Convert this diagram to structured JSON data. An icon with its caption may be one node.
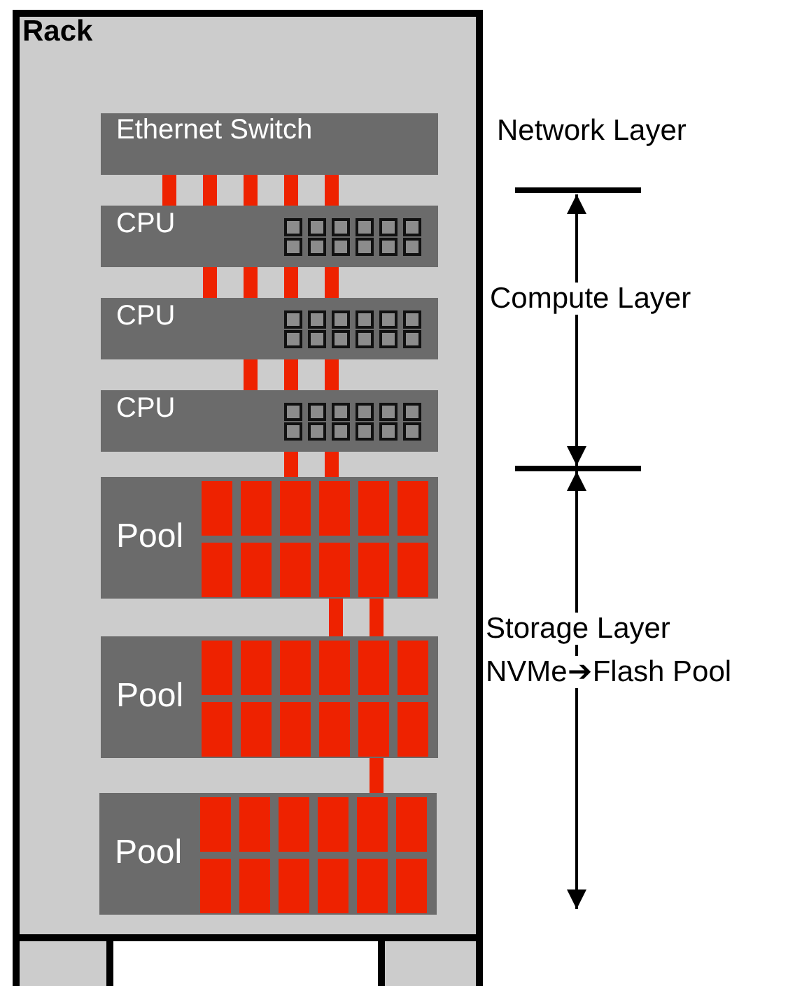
{
  "diagram": {
    "nodes": [
      {
        "text": [
          "Rack"
        ]
      },
      {
        "text": [
          "Ethernet Switch"
        ],
        "in": 0
      },
      {
        "text": [
          "CPU"
        ],
        "in": 0
      },
      {
        "text": [
          "CPU"
        ],
        "in": 0
      },
      {
        "text": [
          "CPU"
        ],
        "in": 0
      },
      {
        "text": [
          "Pool"
        ],
        "in": 0
      },
      {
        "text": [
          "Pool"
        ],
        "in": 0
      },
      {
        "text": [
          "Pool"
        ],
        "in": 0
      }
    ],
    "edges": [
      {
        "from": 1,
        "to": 2,
        "arrow": "none"
      },
      {
        "from": 1,
        "to": 2,
        "arrow": "none"
      },
      {
        "from": 1,
        "to": 2,
        "arrow": "none"
      },
      {
        "from": 1,
        "to": 2,
        "arrow": "none"
      },
      {
        "from": 1,
        "to": 2,
        "arrow": "none"
      },
      {
        "from": 2,
        "to": 3,
        "arrow": "none"
      },
      {
        "from": 2,
        "to": 3,
        "arrow": "none"
      },
      {
        "from": 2,
        "to": 3,
        "arrow": "none"
      },
      {
        "from": 2,
        "to": 3,
        "arrow": "none"
      },
      {
        "from": 3,
        "to": 4,
        "arrow": "none"
      },
      {
        "from": 3,
        "to": 4,
        "arrow": "none"
      },
      {
        "from": 3,
        "to": 4,
        "arrow": "none"
      },
      {
        "from": 4,
        "to": 5,
        "arrow": "none"
      },
      {
        "from": 4,
        "to": 5,
        "arrow": "none"
      },
      {
        "from": 5,
        "to": 6,
        "arrow": "none"
      },
      {
        "from": 5,
        "to": 6,
        "arrow": "none"
      },
      {
        "from": 6,
        "to": 7,
        "arrow": "none"
      }
    ],
    "labels": [
      "Network Layer",
      "Compute Layer",
      "Storage Layer",
      "NVMe➔Flash Pool"
    ]
  }
}
